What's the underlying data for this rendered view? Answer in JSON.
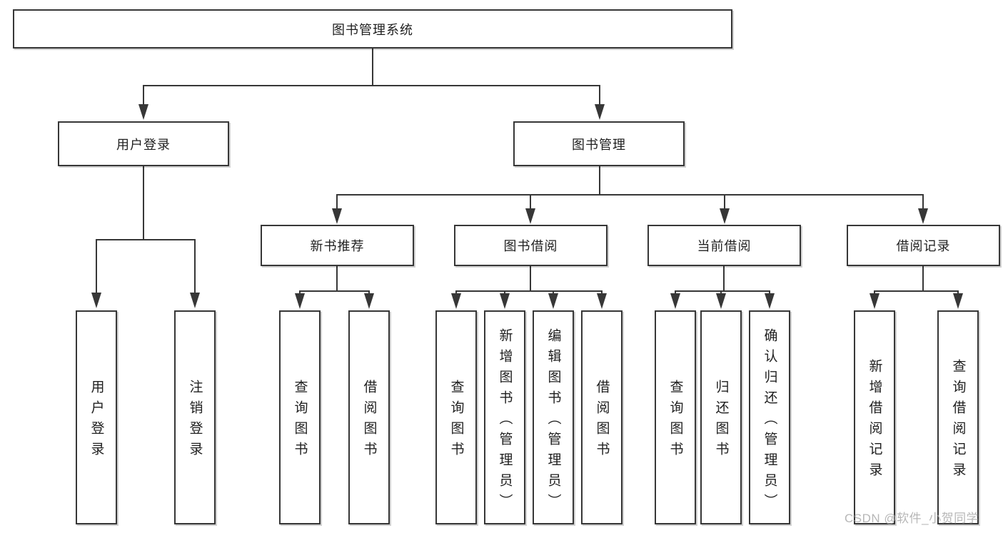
{
  "diagram": {
    "root_label": "图书管理系统",
    "user_login_branch": {
      "label": "用户登录",
      "children": [
        "用户登录",
        "注销登录"
      ]
    },
    "book_mgmt_branch": {
      "label": "图书管理",
      "groups": [
        {
          "label": "新书推荐",
          "children": [
            "查询图书",
            "借阅图书"
          ]
        },
        {
          "label": "图书借阅",
          "children": [
            "查询图书",
            "新增图书（管理员）",
            "编辑图书（管理员）",
            "借阅图书"
          ]
        },
        {
          "label": "当前借阅",
          "children": [
            "查询图书",
            "归还图书",
            "确认归还（管理员）"
          ]
        },
        {
          "label": "借阅记录",
          "children": [
            "新增借阅记录",
            "查询借阅记录"
          ]
        }
      ]
    },
    "colors": {
      "line": "#373737",
      "text": "#1f1f1f",
      "box_background": "#ffffff",
      "watermark": "#aaaaaa"
    }
  },
  "watermark": "CSDN @软件_小贺同学"
}
